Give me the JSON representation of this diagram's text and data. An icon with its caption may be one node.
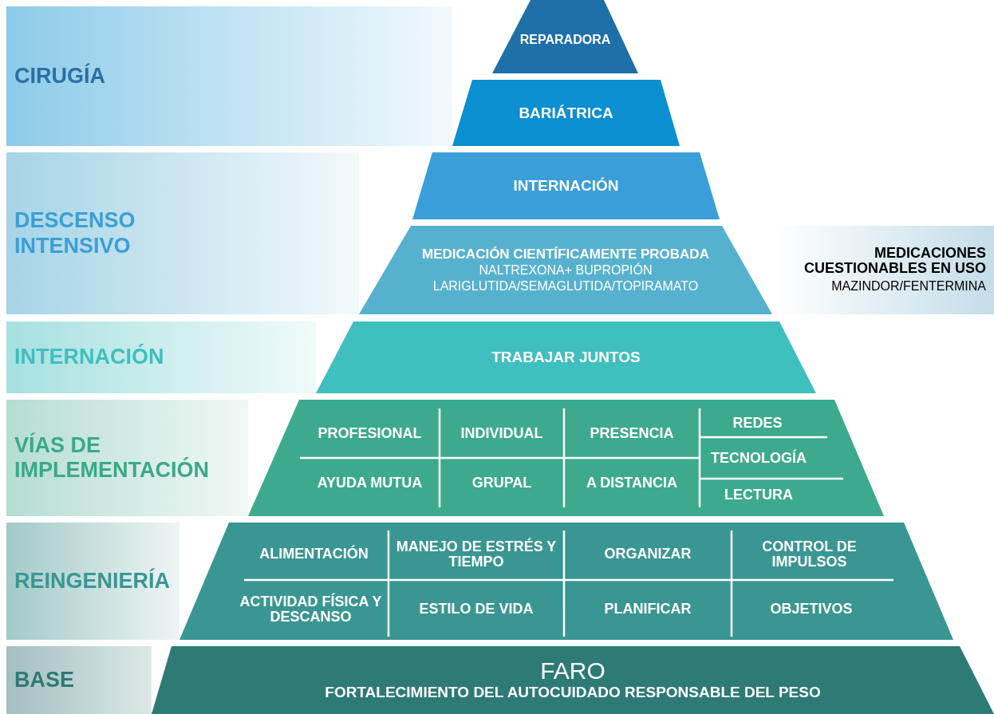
{
  "diagram": {
    "nodes": [
      {
        "text": [
          "CIRUGÍA"
        ]
      },
      {
        "text": [
          "REPARADORA"
        ]
      },
      {
        "text": [
          "BARIÁTRICA"
        ]
      },
      {
        "text": [
          "DESCENSO INTENSIVO"
        ]
      },
      {
        "text": [
          "INTERNACIÓN"
        ]
      },
      {
        "text": [
          "MEDICACIÓN CIENTÍFICAMENTE PROBADA",
          "NALTREXONA+ BUPROPIÓN",
          "LARIGLUTIDA/SEMAGLUTIDA/TOPIRAMATO"
        ]
      },
      {
        "text": [
          "MEDICACIONES CUESTIONABLES EN USO",
          "MAZINDOR/FENTERMINA"
        ]
      },
      {
        "text": [
          "INTERNACIÓN"
        ]
      },
      {
        "text": [
          "TRABAJAR JUNTOS"
        ]
      },
      {
        "text": [
          "VÍAS DE IMPLEMENTACIÓN"
        ]
      },
      {
        "text": [],
        "shape": "trapezoid"
      },
      {
        "text": [
          "PROFESIONAL"
        ],
        "in": 10
      },
      {
        "text": [
          "INDIVIDUAL"
        ],
        "in": 10
      },
      {
        "text": [
          "PRESENCIA"
        ],
        "in": 10
      },
      {
        "text": [
          "REDES"
        ],
        "in": 10
      },
      {
        "text": [
          "TECNOLOGÍA"
        ],
        "in": 10
      },
      {
        "text": [
          "AYUDA MUTUA"
        ],
        "in": 10
      },
      {
        "text": [
          "GRUPAL"
        ],
        "in": 10
      },
      {
        "text": [
          "A DISTANCIA"
        ],
        "in": 10
      },
      {
        "text": [
          "LECTURA"
        ],
        "in": 10
      },
      {
        "text": [
          "REINGENIERÍA"
        ]
      },
      {
        "text": [],
        "shape": "trapezoid"
      },
      {
        "text": [
          "ALIMENTACIÓN"
        ],
        "in": 21
      },
      {
        "text": [
          "MANEJO DE ESTRÉS Y TIEMPO"
        ],
        "in": 21
      },
      {
        "text": [
          "ORGANIZAR"
        ],
        "in": 21
      },
      {
        "text": [
          "CONTROL DE IMPULSOS"
        ],
        "in": 21
      },
      {
        "text": [
          "ACTIVIDAD FÍSICA Y DESCANSO"
        ],
        "in": 21
      },
      {
        "text": [
          "ESTILO DE VIDA"
        ],
        "in": 21
      },
      {
        "text": [
          "PLANIFICAR"
        ],
        "in": 21
      },
      {
        "text": [
          "OBJETIVOS"
        ],
        "in": 21
      },
      {
        "text": [
          "BASE"
        ]
      },
      {
        "text": [
          "FARO",
          "FORTALECIMIENTO DEL AUTOCUIDADO RESPONSABLE DEL PESO"
        ]
      }
    ]
  }
}
